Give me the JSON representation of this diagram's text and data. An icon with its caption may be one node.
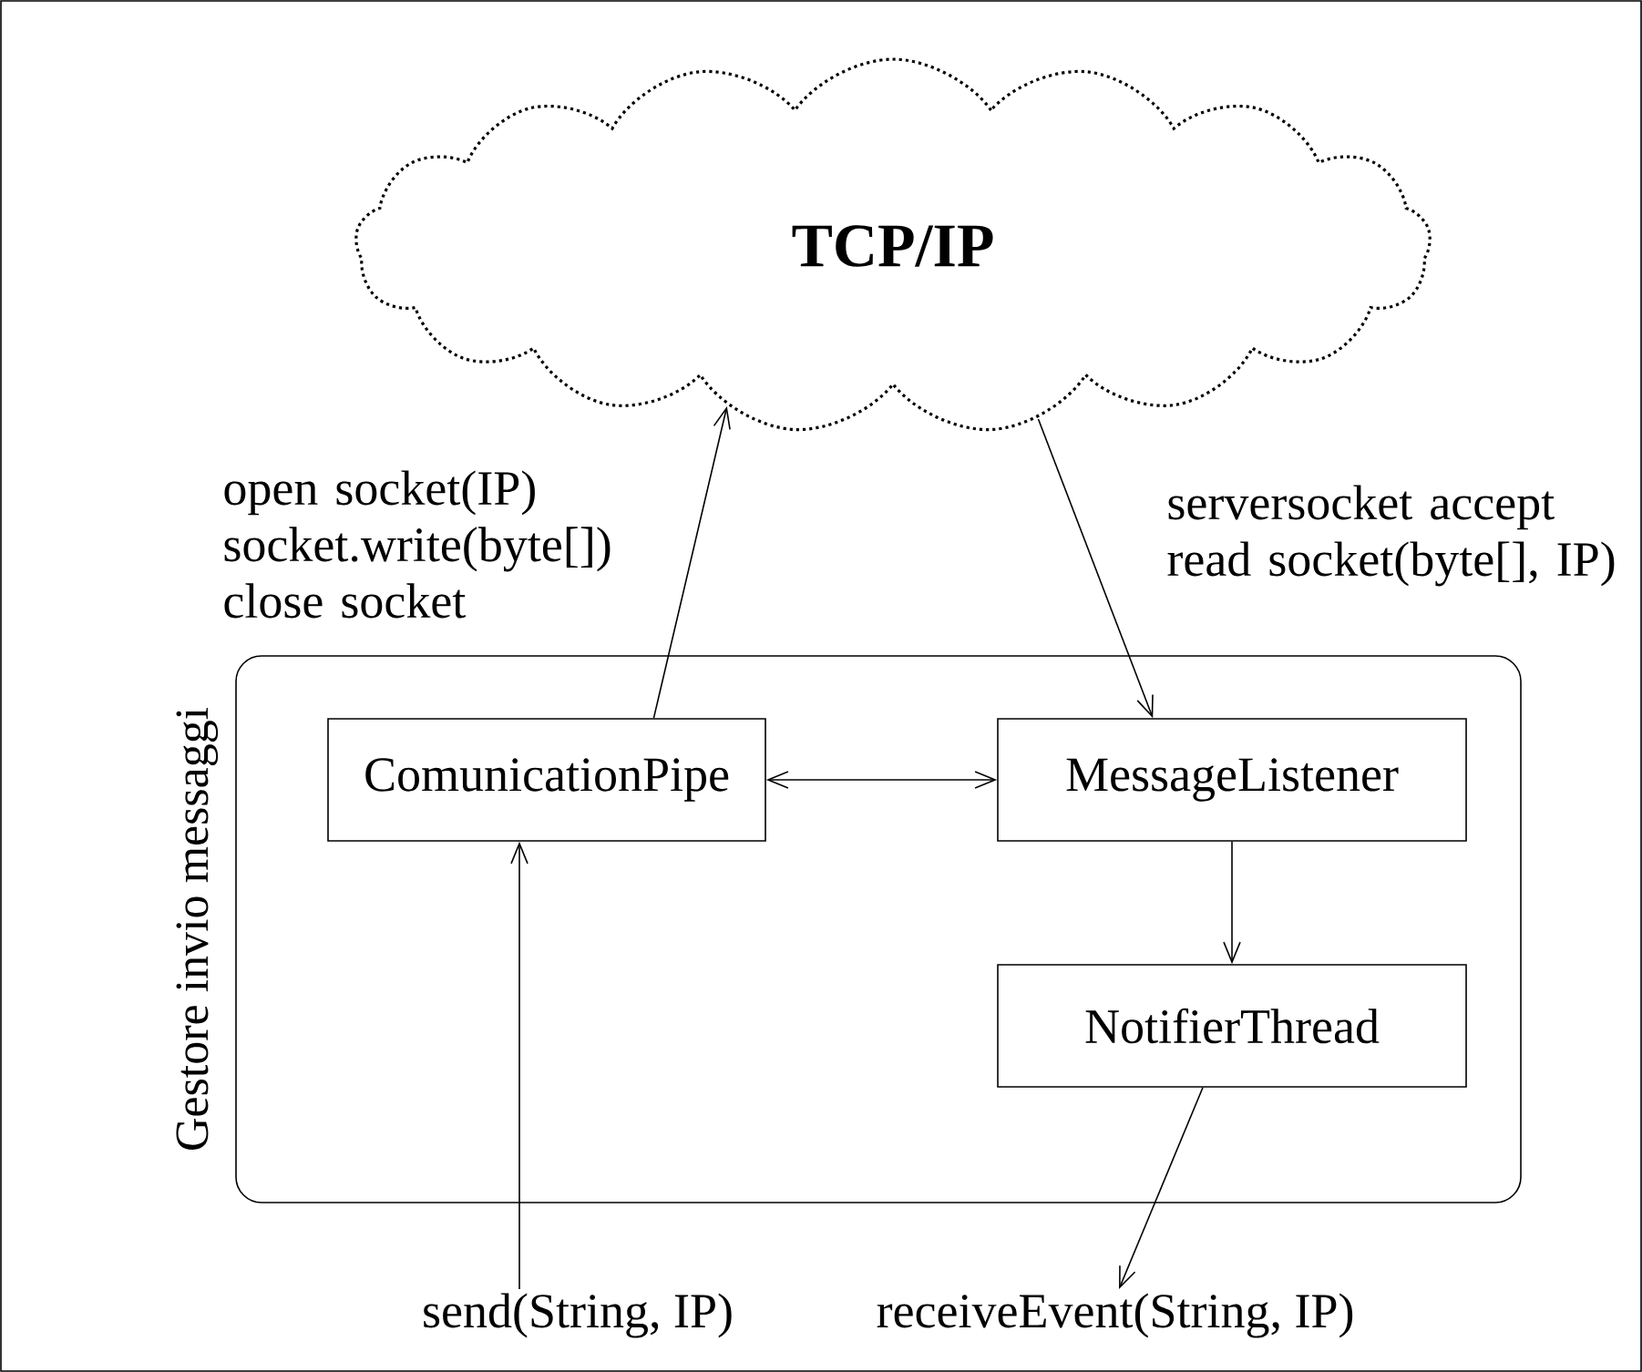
{
  "diagram": {
    "nodes": [
      {
        "text": [
          "TCP/IP"
        ]
      },
      {
        "text": [
          "Gestore invio messaggi"
        ]
      },
      {
        "text": [
          "ComunicationPipe"
        ],
        "in": 1
      },
      {
        "text": [
          "MessageListener"
        ],
        "in": 1
      },
      {
        "text": [
          "NotifierThread"
        ],
        "in": 1
      },
      {
        "text": [
          "send(String, IP)"
        ]
      },
      {
        "text": [
          "receiveEvent(String, IP)"
        ]
      }
    ],
    "edges": [
      {
        "from": 2,
        "to": 0,
        "arrow": "to",
        "label": "open socket(IP) socket.write(byte[]) close socket"
      },
      {
        "from": 0,
        "to": 3,
        "arrow": "to",
        "label": "serversocket accept read socket(byte[], IP)"
      },
      {
        "from": 2,
        "to": 3,
        "arrow": "both"
      },
      {
        "from": 3,
        "to": 4,
        "arrow": "to"
      },
      {
        "from": 5,
        "to": 2,
        "arrow": "to"
      },
      {
        "from": 4,
        "to": 6,
        "arrow": "to"
      }
    ]
  }
}
